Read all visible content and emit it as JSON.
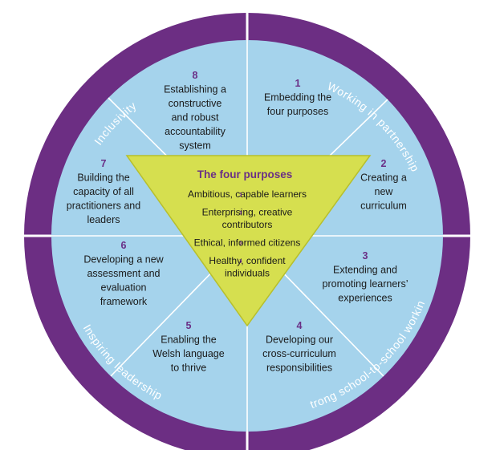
{
  "ring_labels": {
    "top_left": "Inclusivity",
    "top_right": "Working in partnership",
    "bottom_left": "Inspiring leadership",
    "bottom_right": "Strong school-to-school working"
  },
  "segments": [
    {
      "num": "1",
      "lines": [
        "Embedding the",
        "four purposes"
      ]
    },
    {
      "num": "2",
      "lines": [
        "Creating a",
        "new",
        "curriculum"
      ]
    },
    {
      "num": "3",
      "lines": [
        "Extending and",
        "promoting learners’",
        "experiences"
      ]
    },
    {
      "num": "4",
      "lines": [
        "Developing our",
        "cross-curriculum",
        "responsibilities"
      ]
    },
    {
      "num": "5",
      "lines": [
        "Enabling the",
        "Welsh language",
        "to thrive"
      ]
    },
    {
      "num": "6",
      "lines": [
        "Developing a new",
        "assessment and",
        "evaluation",
        "framework"
      ]
    },
    {
      "num": "7",
      "lines": [
        "Building the",
        "capacity of all",
        "practitioners and",
        "leaders"
      ]
    },
    {
      "num": "8",
      "lines": [
        "Establishing a",
        "constructive",
        "and robust",
        "accountability",
        "system"
      ]
    }
  ],
  "center": {
    "title": "The four purposes",
    "chevron": "›",
    "items": [
      {
        "lines": [
          "Ambitious, capable learners"
        ]
      },
      {
        "lines": [
          "Enterprising, creative",
          "contributors"
        ]
      },
      {
        "lines": [
          "Ethical, informed citizens"
        ]
      },
      {
        "lines": [
          "Healthy, confident",
          "individuals"
        ]
      }
    ]
  },
  "colors": {
    "ring": "#6c2e83",
    "ring_divider": "#ffffff",
    "segment_fill": "#a5d3ec",
    "segment_line": "#ffffff",
    "triangle_fill": "#d6df4f",
    "triangle_stroke": "#b7bf2c",
    "accent_text": "#6a2f86"
  }
}
